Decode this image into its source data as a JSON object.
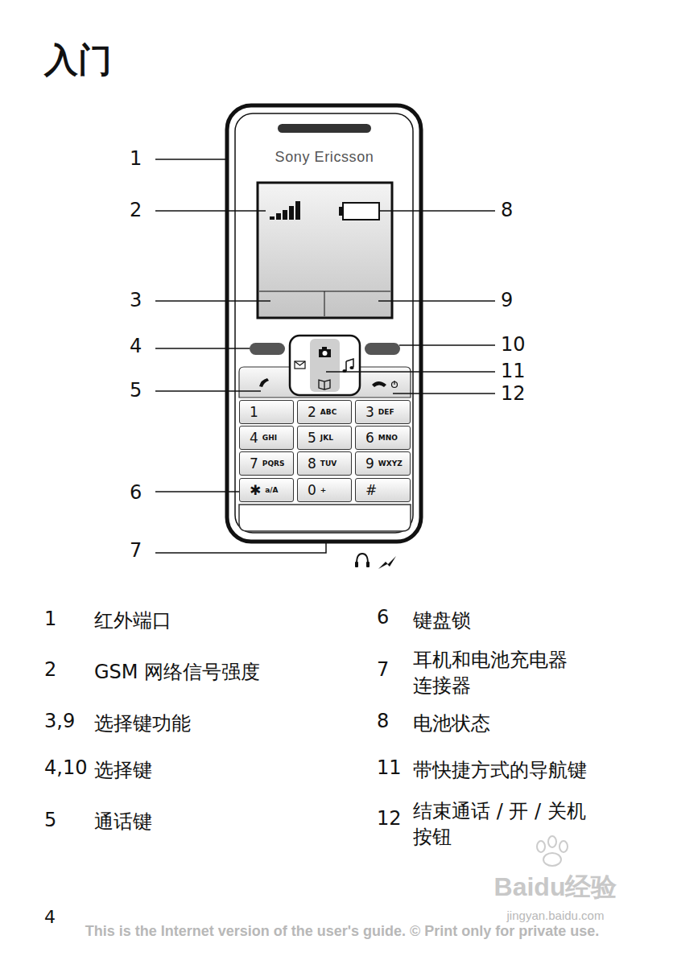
{
  "diagram": {
    "title": "入门",
    "nodes": [
      {
        "text": [
          "1"
        ]
      },
      {
        "text": [
          "2",
          "ABC"
        ]
      },
      {
        "text": [
          "3",
          "DEF"
        ]
      },
      {
        "text": [
          "4",
          "GHI"
        ]
      },
      {
        "text": [
          "5",
          "JKL"
        ]
      },
      {
        "text": [
          "6",
          "MNO"
        ]
      },
      {
        "text": [
          "7",
          "PQRS"
        ]
      },
      {
        "text": [
          "8",
          "TUV"
        ]
      },
      {
        "text": [
          "9",
          "WXYZ"
        ]
      },
      {
        "text": [
          "✱",
          "a/A"
        ]
      },
      {
        "text": [
          "0",
          "+"
        ]
      },
      {
        "text": [
          "#"
        ]
      }
    ],
    "labels": [
      "1",
      "2",
      "3",
      "4",
      "5",
      "6",
      "7",
      "8",
      "9",
      "10",
      "11",
      "12",
      "Sony Ericsson",
      "1",
      "红外端口",
      "2",
      "GSM 网络信号强度",
      "3,9",
      "选择键功能",
      "4,10",
      "选择键",
      "5",
      "通话键",
      "6",
      "键盘锁",
      "7",
      "耳机和电池充电器 连接器",
      "8",
      "电池状态",
      "11",
      "带快捷方式的导航键",
      "12",
      "结束通话 / 开 / 关机 按钮",
      "4",
      "This is the Internet version of the user's guide. © Print only for private use.",
      "Baidu经验",
      "jingyan.baidu.com"
    ]
  }
}
